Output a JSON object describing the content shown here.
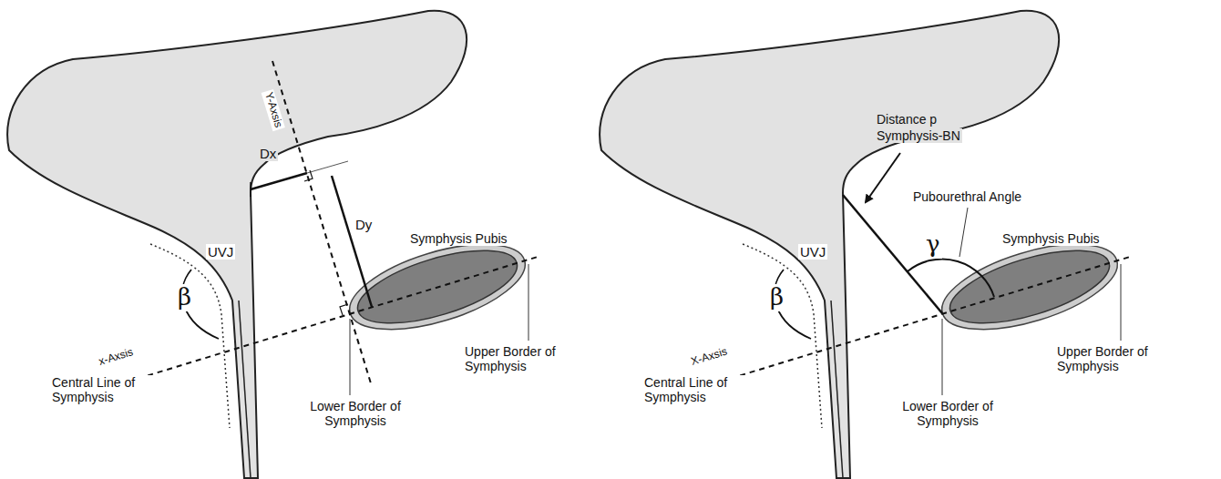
{
  "diagram": {
    "labels": [
      "Dx",
      "Y-Axsis",
      "UVJ",
      "β",
      "Dy",
      "Symphysis Pubis",
      "x-Axsis",
      "Central Line of Symphysis",
      "Upper Border of Symphysis",
      "Lower Border of Symphysis",
      "Distance p",
      "Symphysis-BN",
      "Pubourethral Angle",
      "UVJ",
      "β",
      "γ",
      "Symphysis Pubis",
      "X-Axsis",
      "Central Line of Symphysis",
      "Upper Border of Symphysis",
      "Lower Border of Symphysis"
    ]
  }
}
